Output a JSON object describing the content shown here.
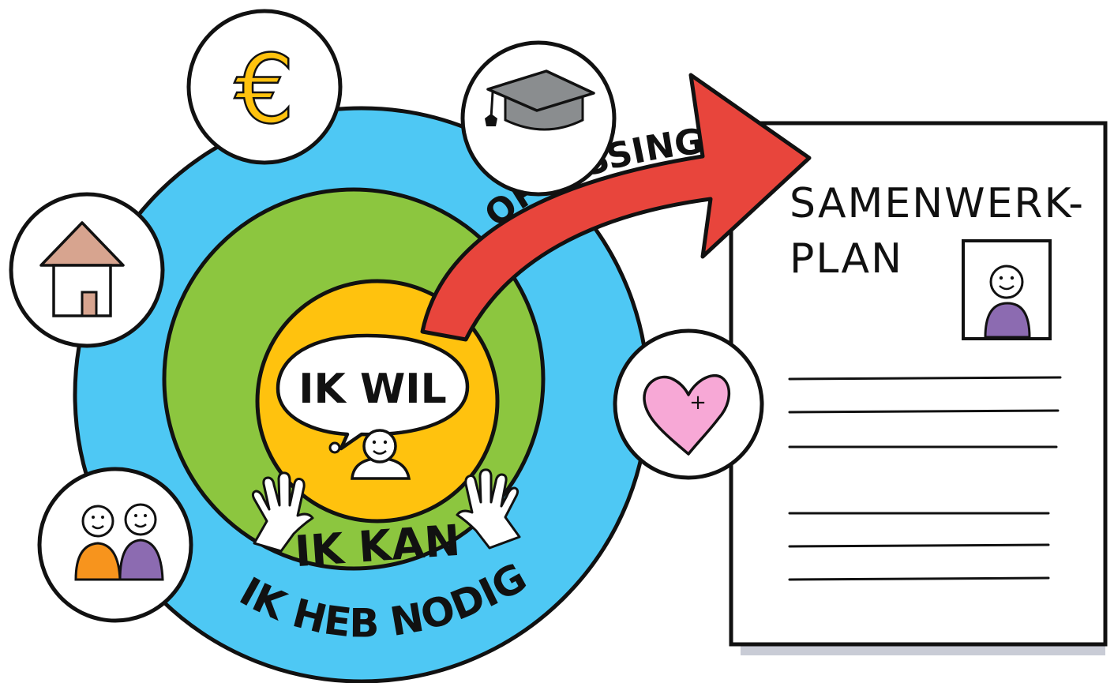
{
  "diagram": {
    "rings": {
      "outer": {
        "label": "IK HEB NODIG",
        "color": "#4ec8f4"
      },
      "middle": {
        "label": "IK KAN",
        "color": "#8cc63f"
      },
      "inner": {
        "label": "IK WIL",
        "color": "#ffc20e"
      }
    },
    "arrow": {
      "label": "OPLOSSING",
      "color": "#e8453c"
    },
    "document": {
      "title_line1": "SAMENWERK-",
      "title_line2": "PLAN"
    },
    "icons": [
      {
        "name": "euro-icon",
        "symbol": "€"
      },
      {
        "name": "graduation-cap-icon"
      },
      {
        "name": "house-icon"
      },
      {
        "name": "heart-plus-icon",
        "symbol": "+"
      },
      {
        "name": "two-people-icon"
      }
    ],
    "colors": {
      "outline": "#111111",
      "euro": "#ffc20e",
      "cap": "#8a8d8f",
      "roof": "#d7a48f",
      "door": "#d7a48f",
      "heart": "#f7a8d6",
      "person_orange": "#f7941d",
      "person_purple": "#8c6bb1",
      "shadow": "#c9ccd6"
    }
  }
}
